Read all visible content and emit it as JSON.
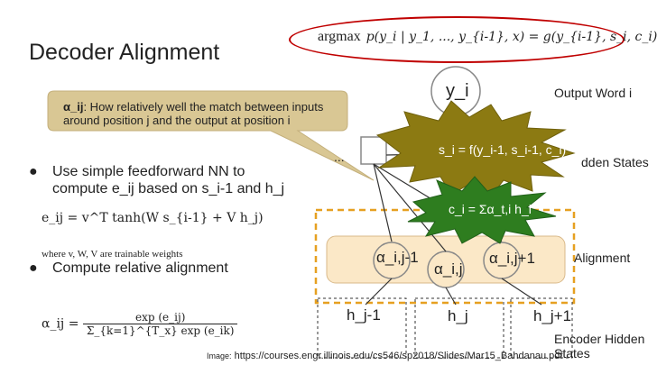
{
  "slide": {
    "title": "Decoder Alignment",
    "argmax_formula": {
      "keyword": "argmax",
      "expression": "p(y_i | y_1, ..., y_{i-1}, x) = g(y_{i-1}, s_i, c_i)"
    },
    "callout": {
      "symbol": "α_ij",
      "text": ": How relatively well the match between inputs around position j and the output at position i"
    },
    "bullets": [
      {
        "marker": "●",
        "text_line1": "Use simple feedforward NN to",
        "text_line2": "compute e_ij based on s_i-1 and h_j"
      },
      {
        "marker": "●",
        "text_line1": "Compute relative alignment"
      }
    ],
    "equation_energy": "e_ij = v^T tanh(W s_{i-1} + V h_j)",
    "equation_note": "where v, W, V are trainable weights",
    "equation_alpha": {
      "lhs": "α_ij =",
      "numerator": "exp (e_ij)",
      "denominator": "Σ_{k=1}^{T_x} exp (e_ik)"
    },
    "source": {
      "prefix": "Image:",
      "url": "https://courses.engr.illinois.edu/cs546/sp2018/Slides/Mar15_Bahdanau.pdf"
    }
  },
  "diagram": {
    "labels": {
      "output_word": "Output Word i",
      "hidden_states": "dden States",
      "alignment": "Alignment",
      "encoder": "Encoder Hidden States"
    },
    "nodes": {
      "y_i": "y_i",
      "ellipsis": "...",
      "alpha_jm1": "α_i,j-1",
      "alpha_j": "α_i,j",
      "alpha_jp1": "α_i,j+1",
      "h_jm1": "h_j-1",
      "h_j": "h_j",
      "h_jp1": "h_j+1"
    },
    "stars": {
      "s_star": "s_i = f(y_i-1, s_i-1, c_i)",
      "c_star": "c_i = Σα_t,i h_i"
    },
    "colors": {
      "olive_star": "#8c7a12",
      "green_star": "#2e7d1f",
      "callout_fill": "#d6c38b",
      "alignment_box": "#fbe8c7",
      "dashed_orange": "#e6a021",
      "argmax_border": "#c00000"
    }
  }
}
